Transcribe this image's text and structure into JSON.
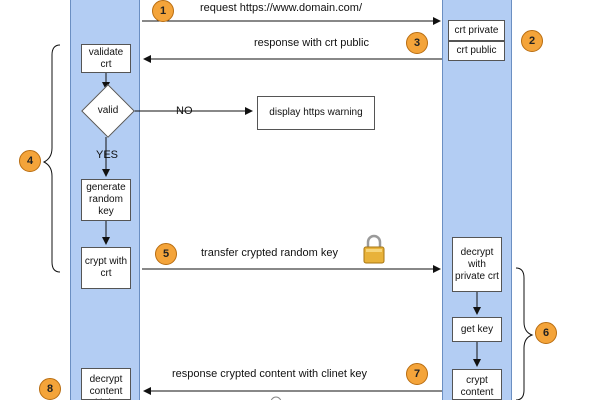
{
  "messages": {
    "request": "request https://www.domain.com/",
    "response_crt": "response with crt public",
    "transfer_key": "transfer crypted random key",
    "response_content": "response crypted content with clinet key"
  },
  "client": {
    "validate_crt": "validate crt",
    "valid": "valid",
    "no_label": "NO",
    "yes_label": "YES",
    "https_warning": "display https warning",
    "generate_key": "generate random key",
    "crypt_with_crt": "crypt with crt",
    "decrypt_content": "decrypt content with key"
  },
  "server": {
    "crt_private": "crt private",
    "crt_public": "crt public",
    "decrypt_private": "decrypt with private crt",
    "get_key": "get key",
    "crypt_content": "crypt content with key"
  },
  "steps": [
    "1",
    "2",
    "3",
    "4",
    "5",
    "6",
    "7",
    "8"
  ]
}
